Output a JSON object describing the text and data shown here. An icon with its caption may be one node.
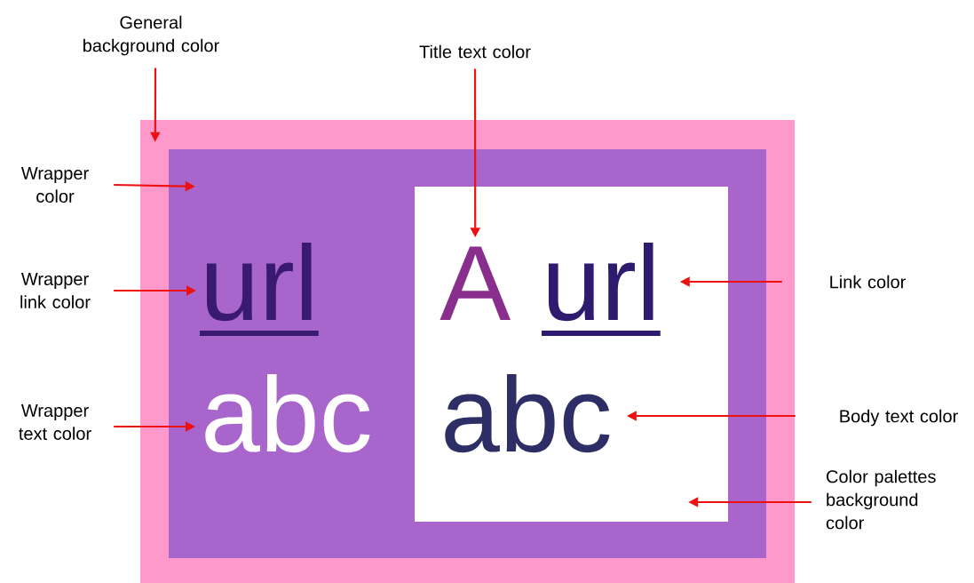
{
  "diagram": {
    "nodes": [
      {
        "text": [
          "General background color"
        ]
      },
      {
        "text": [
          "Title text color"
        ]
      },
      {
        "text": [
          "Wrapper color"
        ]
      },
      {
        "text": [],
        "shape": "box"
      },
      {
        "text": [],
        "shape": "box",
        "in": 3
      },
      {
        "text": [],
        "shape": "box",
        "in": 4
      },
      {
        "text": [
          "url"
        ],
        "in": 4
      },
      {
        "text": [
          "A"
        ],
        "in": 5
      },
      {
        "text": [
          "url"
        ],
        "in": 5
      },
      {
        "text": [
          "abc"
        ],
        "in": 4
      },
      {
        "text": [
          "abc"
        ],
        "in": 5
      },
      {
        "text": [
          "Wrapper link color"
        ]
      },
      {
        "text": [
          "Link color"
        ]
      },
      {
        "text": [
          "Wrapper text color"
        ]
      },
      {
        "text": [
          "Body text color"
        ]
      },
      {
        "text": [
          "Color palettes background color"
        ]
      }
    ],
    "edges": [
      {
        "from": 0,
        "to": 3,
        "arrow": "to"
      },
      {
        "from": 1,
        "to": 7,
        "arrow": "to"
      },
      {
        "from": 2,
        "to": 4,
        "arrow": "to"
      },
      {
        "from": 11,
        "to": 6,
        "arrow": "to"
      },
      {
        "from": 13,
        "to": 9,
        "arrow": "to"
      },
      {
        "from": 12,
        "to": 8,
        "arrow": "to"
      },
      {
        "from": 14,
        "to": 10,
        "arrow": "to"
      },
      {
        "from": 15,
        "to": 5,
        "arrow": "to"
      }
    ]
  }
}
